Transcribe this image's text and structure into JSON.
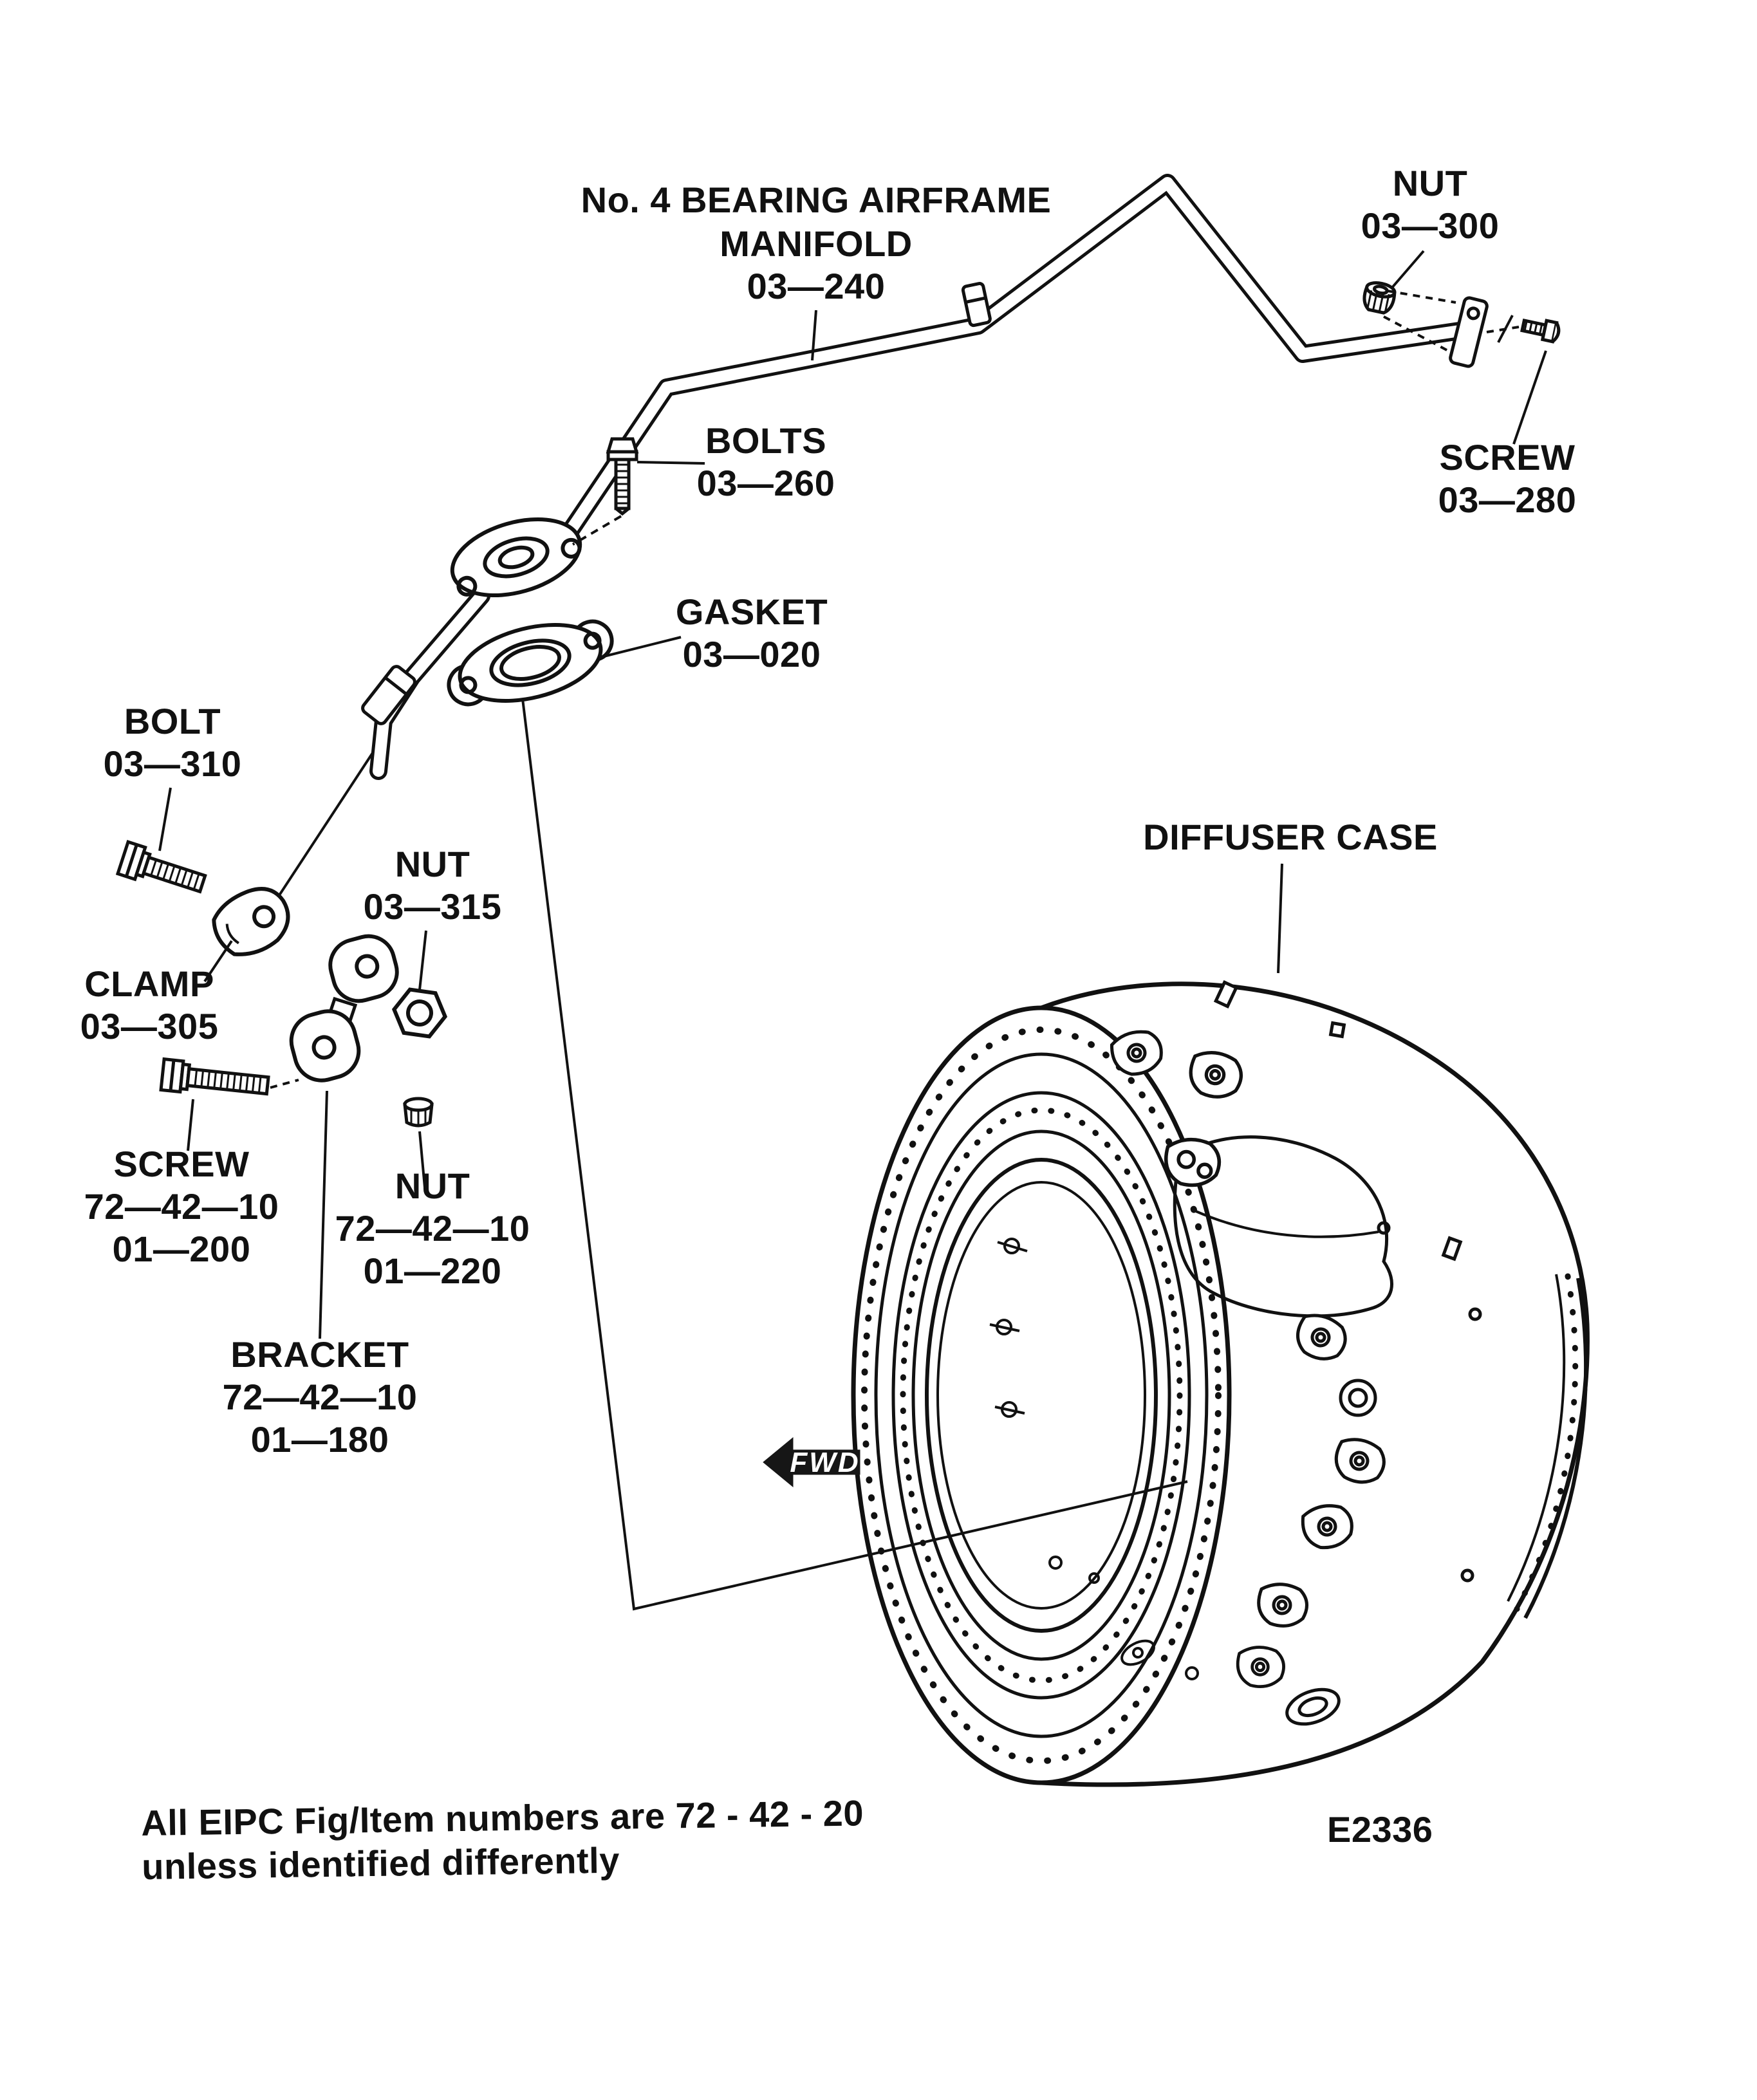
{
  "colors": {
    "ink": "#111111",
    "paper": "#ffffff"
  },
  "labels": {
    "manifold": {
      "line1": "No. 4 BEARING AIRFRAME",
      "line2": "MANIFOLD",
      "line3": "03—240"
    },
    "nut_03_300": {
      "line1": "NUT",
      "line2": "03—300"
    },
    "screw_03_280": {
      "line1": "SCREW",
      "line2": "03—280"
    },
    "bolts_03_260": {
      "line1": "BOLTS",
      "line2": "03—260"
    },
    "gasket_03_020": {
      "line1": "GASKET",
      "line2": "03—020"
    },
    "bolt_03_310": {
      "line1": "BOLT",
      "line2": "03—310"
    },
    "clamp_03_305": {
      "line1": "CLAMP",
      "line2": "03—305"
    },
    "nut_03_315": {
      "line1": "NUT",
      "line2": "03—315"
    },
    "screw_72_42_10": {
      "line1": "SCREW",
      "line2": "72—42—10",
      "line3": "01—200"
    },
    "nut_72_42_10": {
      "line1": "NUT",
      "line2": "72—42—10",
      "line3": "01—220"
    },
    "bracket_72_42_10": {
      "line1": "BRACKET",
      "line2": "72—42—10",
      "line3": "01—180"
    },
    "diffuser_case": {
      "line1": "DIFFUSER CASE"
    },
    "fwd_arrow": {
      "label": "FWD"
    }
  },
  "footer": {
    "note_line1": "All EIPC Fig/Item numbers are 72 - 42 - 20",
    "note_line2": "unless identified differently",
    "figure_number": "E2336"
  }
}
